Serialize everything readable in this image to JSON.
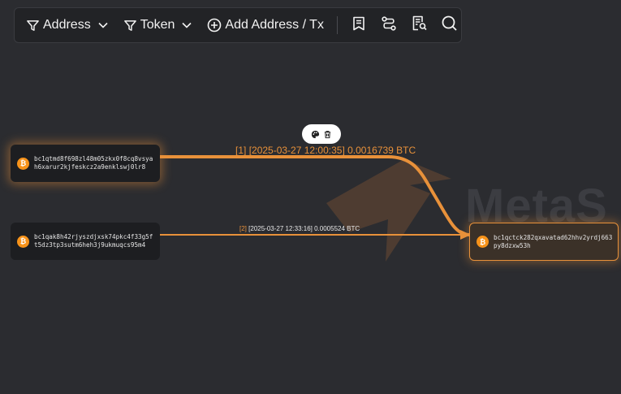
{
  "toolbar": {
    "address_filter": "Address",
    "token_filter": "Token",
    "add_address_tx": "Add Address / Tx"
  },
  "watermark": {
    "text": "MetaS"
  },
  "nodes": [
    {
      "address": "bc1qtmd8f698zl48m05zkx0f8cq8vsyah6xarur2kjfeskcz2a9enklswj0lr8",
      "chain_icon": "bitcoin-icon"
    },
    {
      "address": "bc1qak8h42rjyszdjxsk74pkc4f33g5ft5dz3tp3sutm6heh3j9ukmuqcs95m4",
      "chain_icon": "bitcoin-icon"
    },
    {
      "address": "bc1qctck282qxavatad62hhv2yrdj663py8dzxw53h",
      "chain_icon": "bitcoin-icon"
    }
  ],
  "edges": [
    {
      "index": "[1]",
      "detail": "[2025-03-27 12:00:35] 0.0016739 BTC"
    },
    {
      "index": "[2]",
      "detail": "[2025-03-27 12:33:16] 0.0005524 BTC"
    }
  ],
  "colors": {
    "accent": "#e8913a",
    "bitcoin": "#f7931a",
    "background": "#2b2c30",
    "node": "#1d1e21"
  }
}
